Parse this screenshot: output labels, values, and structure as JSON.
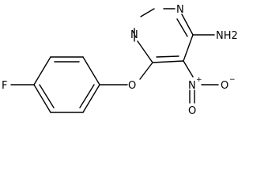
{
  "molecule": {
    "atoms": {
      "n1": "N",
      "n3": "N",
      "nh2": "NH2",
      "o_ether": "O",
      "f": "F",
      "n_nitro": "N",
      "nitro_plus": "+",
      "o_nitro1": "O",
      "o_nitro2": "O",
      "o_nitro_minus": "−"
    }
  }
}
